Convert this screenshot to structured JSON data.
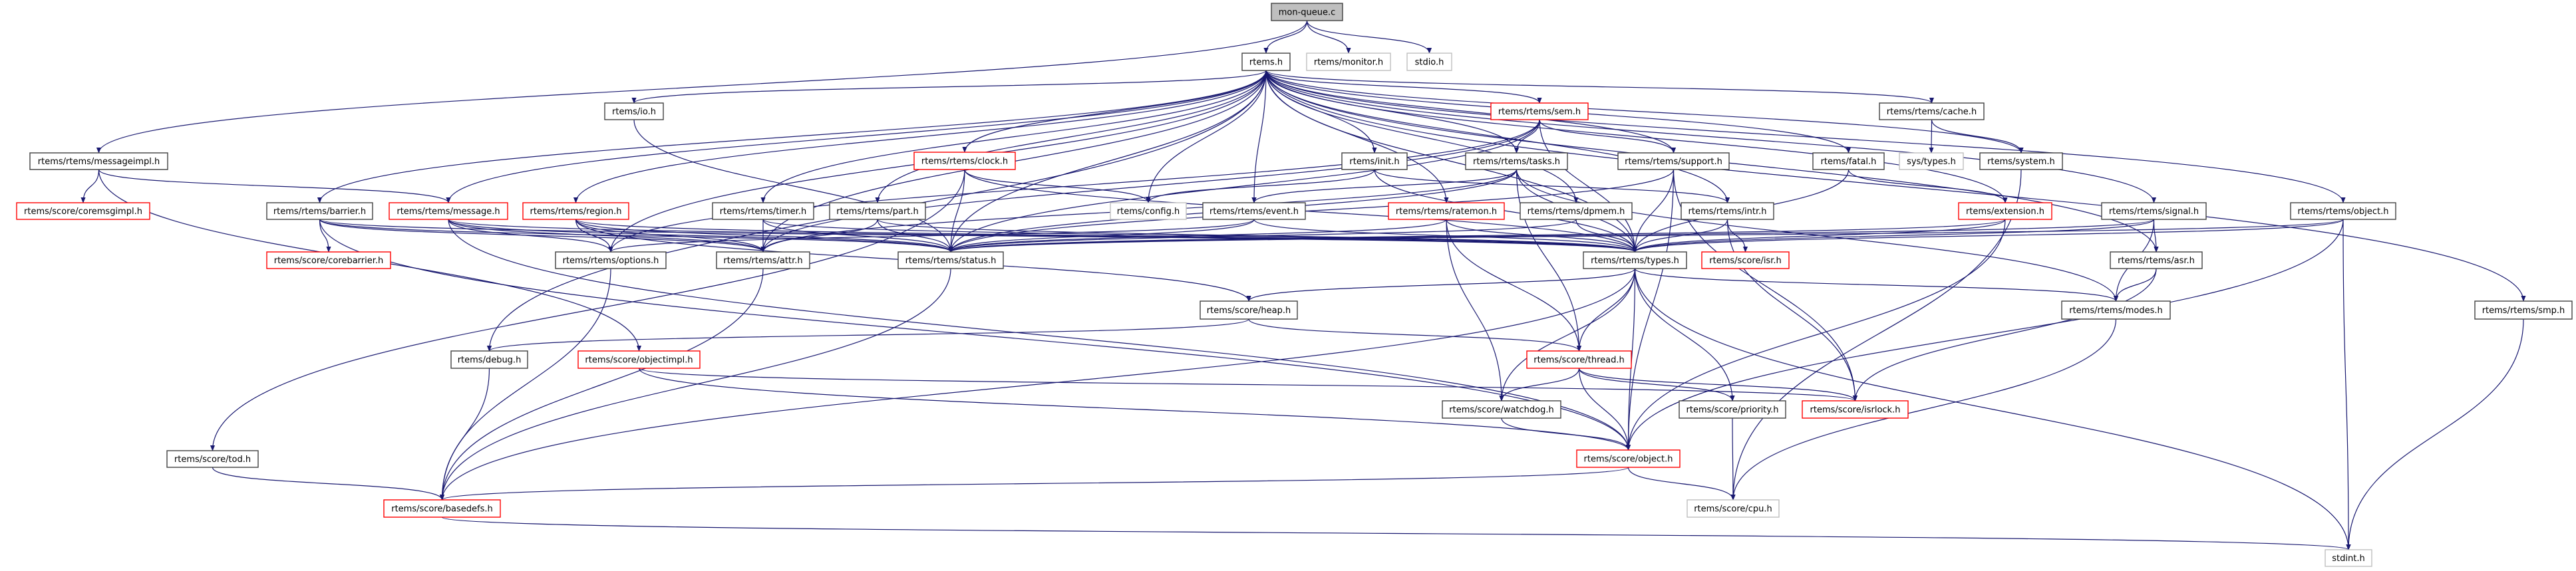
{
  "diagram": {
    "type": "include-dependency-graph",
    "root": "mon-queue.c",
    "colors": {
      "edge": "#191970",
      "root_fill": "#bfbfbf",
      "documented_border": "#404040",
      "undocumented_border": "#ff0000",
      "external_border": "#bfbfbf"
    },
    "nodes": [
      {
        "id": "monqueue",
        "label": "mon-queue.c",
        "kind": "root"
      },
      {
        "id": "rtems_h",
        "label": "rtems.h",
        "kind": "documented"
      },
      {
        "id": "monitor_h",
        "label": "rtems/monitor.h",
        "kind": "external"
      },
      {
        "id": "stdio_h",
        "label": "stdio.h",
        "kind": "external"
      },
      {
        "id": "messageimpl_h",
        "label": "rtems/rtems/messageimpl.h",
        "kind": "documented"
      },
      {
        "id": "coremsgimpl_h",
        "label": "rtems/score/coremsgimpl.h",
        "kind": "undocumented"
      },
      {
        "id": "barrier_h",
        "label": "rtems/rtems/barrier.h",
        "kind": "documented"
      },
      {
        "id": "corebarrier_h",
        "label": "rtems/score/corebarrier.h",
        "kind": "undocumented"
      },
      {
        "id": "message_h",
        "label": "rtems/rtems/message.h",
        "kind": "undocumented"
      },
      {
        "id": "region_h",
        "label": "rtems/rtems/region.h",
        "kind": "undocumented"
      },
      {
        "id": "options_h",
        "label": "rtems/rtems/options.h",
        "kind": "documented"
      },
      {
        "id": "io_h",
        "label": "rtems/io.h",
        "kind": "documented"
      },
      {
        "id": "clock_h",
        "label": "rtems/rtems/clock.h",
        "kind": "undocumented"
      },
      {
        "id": "timer_h",
        "label": "rtems/rtems/timer.h",
        "kind": "documented"
      },
      {
        "id": "part_h",
        "label": "rtems/rtems/part.h",
        "kind": "documented"
      },
      {
        "id": "attr_h",
        "label": "rtems/rtems/attr.h",
        "kind": "documented"
      },
      {
        "id": "status_h",
        "label": "rtems/rtems/status.h",
        "kind": "documented"
      },
      {
        "id": "config_h",
        "label": "rtems/config.h",
        "kind": "external"
      },
      {
        "id": "event_h",
        "label": "rtems/rtems/event.h",
        "kind": "documented"
      },
      {
        "id": "init_h",
        "label": "rtems/init.h",
        "kind": "documented"
      },
      {
        "id": "tasks_h",
        "label": "rtems/rtems/tasks.h",
        "kind": "documented"
      },
      {
        "id": "sem_h",
        "label": "rtems/rtems/sem.h",
        "kind": "undocumented"
      },
      {
        "id": "support_h",
        "label": "rtems/rtems/support.h",
        "kind": "documented"
      },
      {
        "id": "ratemon_h",
        "label": "rtems/rtems/ratemon.h",
        "kind": "undocumented"
      },
      {
        "id": "dpmem_h",
        "label": "rtems/rtems/dpmem.h",
        "kind": "documented"
      },
      {
        "id": "intr_h",
        "label": "rtems/rtems/intr.h",
        "kind": "documented"
      },
      {
        "id": "types_h",
        "label": "rtems/rtems/types.h",
        "kind": "documented"
      },
      {
        "id": "isr_h",
        "label": "rtems/score/isr.h",
        "kind": "undocumented"
      },
      {
        "id": "fatal_h",
        "label": "rtems/fatal.h",
        "kind": "documented"
      },
      {
        "id": "cache_h",
        "label": "rtems/rtems/cache.h",
        "kind": "documented"
      },
      {
        "id": "systypes_h",
        "label": "sys/types.h",
        "kind": "external"
      },
      {
        "id": "system_h",
        "label": "rtems/system.h",
        "kind": "documented"
      },
      {
        "id": "extension_h",
        "label": "rtems/extension.h",
        "kind": "undocumented"
      },
      {
        "id": "signal_h",
        "label": "rtems/rtems/signal.h",
        "kind": "documented"
      },
      {
        "id": "asr_h",
        "label": "rtems/rtems/asr.h",
        "kind": "documented"
      },
      {
        "id": "modes_h",
        "label": "rtems/rtems/modes.h",
        "kind": "documented"
      },
      {
        "id": "robject_h",
        "label": "rtems/rtems/object.h",
        "kind": "documented"
      },
      {
        "id": "smp_h",
        "label": "rtems/rtems/smp.h",
        "kind": "documented"
      },
      {
        "id": "stdint_h",
        "label": "stdint.h",
        "kind": "external"
      },
      {
        "id": "heap_h",
        "label": "rtems/score/heap.h",
        "kind": "documented"
      },
      {
        "id": "thread_h",
        "label": "rtems/score/thread.h",
        "kind": "undocumented"
      },
      {
        "id": "watchdog_h",
        "label": "rtems/score/watchdog.h",
        "kind": "documented"
      },
      {
        "id": "priority_h",
        "label": "rtems/score/priority.h",
        "kind": "documented"
      },
      {
        "id": "isrlock_h",
        "label": "rtems/score/isrlock.h",
        "kind": "undocumented"
      },
      {
        "id": "sobject_h",
        "label": "rtems/score/object.h",
        "kind": "undocumented"
      },
      {
        "id": "cpu_h",
        "label": "rtems/score/cpu.h",
        "kind": "external"
      },
      {
        "id": "debug_h",
        "label": "rtems/debug.h",
        "kind": "documented"
      },
      {
        "id": "objectimpl_h",
        "label": "rtems/score/objectimpl.h",
        "kind": "undocumented"
      },
      {
        "id": "tod_h",
        "label": "rtems/score/tod.h",
        "kind": "documented"
      },
      {
        "id": "basedefs_h",
        "label": "rtems/score/basedefs.h",
        "kind": "undocumented"
      }
    ],
    "edges": [
      [
        "monqueue",
        "rtems_h"
      ],
      [
        "monqueue",
        "monitor_h"
      ],
      [
        "monqueue",
        "stdio_h"
      ],
      [
        "monqueue",
        "messageimpl_h"
      ],
      [
        "messageimpl_h",
        "coremsgimpl_h"
      ],
      [
        "messageimpl_h",
        "message_h"
      ],
      [
        "messageimpl_h",
        "objectimpl_h"
      ],
      [
        "rtems_h",
        "io_h"
      ],
      [
        "rtems_h",
        "barrier_h"
      ],
      [
        "rtems_h",
        "message_h"
      ],
      [
        "rtems_h",
        "region_h"
      ],
      [
        "rtems_h",
        "clock_h"
      ],
      [
        "rtems_h",
        "timer_h"
      ],
      [
        "rtems_h",
        "part_h"
      ],
      [
        "rtems_h",
        "config_h"
      ],
      [
        "rtems_h",
        "event_h"
      ],
      [
        "rtems_h",
        "init_h"
      ],
      [
        "rtems_h",
        "tasks_h"
      ],
      [
        "rtems_h",
        "sem_h"
      ],
      [
        "rtems_h",
        "support_h"
      ],
      [
        "rtems_h",
        "ratemon_h"
      ],
      [
        "rtems_h",
        "dpmem_h"
      ],
      [
        "rtems_h",
        "intr_h"
      ],
      [
        "rtems_h",
        "fatal_h"
      ],
      [
        "rtems_h",
        "cache_h"
      ],
      [
        "rtems_h",
        "system_h"
      ],
      [
        "rtems_h",
        "extension_h"
      ],
      [
        "rtems_h",
        "signal_h"
      ],
      [
        "rtems_h",
        "robject_h"
      ],
      [
        "rtems_h",
        "smp_h"
      ],
      [
        "rtems_h",
        "status_h"
      ],
      [
        "rtems_h",
        "types_h"
      ],
      [
        "rtems_h",
        "debug_h"
      ],
      [
        "rtems_h",
        "attr_h"
      ],
      [
        "rtems_h",
        "options_h"
      ],
      [
        "rtems_h",
        "asr_h"
      ],
      [
        "barrier_h",
        "corebarrier_h"
      ],
      [
        "barrier_h",
        "attr_h"
      ],
      [
        "barrier_h",
        "status_h"
      ],
      [
        "barrier_h",
        "types_h"
      ],
      [
        "barrier_h",
        "sobject_h"
      ],
      [
        "message_h",
        "options_h"
      ],
      [
        "message_h",
        "attr_h"
      ],
      [
        "message_h",
        "status_h"
      ],
      [
        "message_h",
        "types_h"
      ],
      [
        "message_h",
        "sobject_h"
      ],
      [
        "region_h",
        "options_h"
      ],
      [
        "region_h",
        "attr_h"
      ],
      [
        "region_h",
        "status_h"
      ],
      [
        "region_h",
        "types_h"
      ],
      [
        "region_h",
        "heap_h"
      ],
      [
        "options_h",
        "basedefs_h"
      ],
      [
        "io_h",
        "status_h"
      ],
      [
        "clock_h",
        "config_h"
      ],
      [
        "clock_h",
        "status_h"
      ],
      [
        "clock_h",
        "types_h"
      ],
      [
        "clock_h",
        "tod_h"
      ],
      [
        "timer_h",
        "attr_h"
      ],
      [
        "timer_h",
        "status_h"
      ],
      [
        "timer_h",
        "types_h"
      ],
      [
        "part_h",
        "attr_h"
      ],
      [
        "part_h",
        "status_h"
      ],
      [
        "part_h",
        "types_h"
      ],
      [
        "attr_h",
        "basedefs_h"
      ],
      [
        "status_h",
        "basedefs_h"
      ],
      [
        "event_h",
        "options_h"
      ],
      [
        "event_h",
        "status_h"
      ],
      [
        "event_h",
        "types_h"
      ],
      [
        "init_h",
        "config_h"
      ],
      [
        "init_h",
        "types_h"
      ],
      [
        "init_h",
        "intr_h"
      ],
      [
        "tasks_h",
        "attr_h"
      ],
      [
        "tasks_h",
        "status_h"
      ],
      [
        "tasks_h",
        "types_h"
      ],
      [
        "tasks_h",
        "event_h"
      ],
      [
        "tasks_h",
        "modes_h"
      ],
      [
        "tasks_h",
        "thread_h"
      ],
      [
        "sem_h",
        "tasks_h"
      ],
      [
        "sem_h",
        "support_h"
      ],
      [
        "sem_h",
        "attr_h"
      ],
      [
        "sem_h",
        "options_h"
      ],
      [
        "sem_h",
        "status_h"
      ],
      [
        "sem_h",
        "types_h"
      ],
      [
        "support_h",
        "types_h"
      ],
      [
        "support_h",
        "status_h"
      ],
      [
        "support_h",
        "isrlock_h"
      ],
      [
        "support_h",
        "sobject_h"
      ],
      [
        "ratemon_h",
        "types_h"
      ],
      [
        "ratemon_h",
        "status_h"
      ],
      [
        "ratemon_h",
        "thread_h"
      ],
      [
        "ratemon_h",
        "watchdog_h"
      ],
      [
        "dpmem_h",
        "types_h"
      ],
      [
        "dpmem_h",
        "status_h"
      ],
      [
        "intr_h",
        "types_h"
      ],
      [
        "intr_h",
        "isr_h"
      ],
      [
        "intr_h",
        "isrlock_h"
      ],
      [
        "fatal_h",
        "extension_h"
      ],
      [
        "fatal_h",
        "types_h"
      ],
      [
        "cache_h",
        "systypes_h"
      ],
      [
        "cache_h",
        "system_h"
      ],
      [
        "system_h",
        "cpu_h"
      ],
      [
        "extension_h",
        "types_h"
      ],
      [
        "extension_h",
        "status_h"
      ],
      [
        "extension_h",
        "sobject_h"
      ],
      [
        "signal_h",
        "asr_h"
      ],
      [
        "signal_h",
        "modes_h"
      ],
      [
        "signal_h",
        "types_h"
      ],
      [
        "signal_h",
        "status_h"
      ],
      [
        "asr_h",
        "modes_h"
      ],
      [
        "asr_h",
        "isrlock_h"
      ],
      [
        "modes_h",
        "cpu_h"
      ],
      [
        "robject_h",
        "types_h"
      ],
      [
        "robject_h",
        "status_h"
      ],
      [
        "robject_h",
        "stdint_h"
      ],
      [
        "robject_h",
        "sobject_h"
      ],
      [
        "smp_h",
        "stdint_h"
      ],
      [
        "types_h",
        "heap_h"
      ],
      [
        "types_h",
        "thread_h"
      ],
      [
        "types_h",
        "watchdog_h"
      ],
      [
        "types_h",
        "priority_h"
      ],
      [
        "types_h",
        "sobject_h"
      ],
      [
        "types_h",
        "modes_h"
      ],
      [
        "types_h",
        "stdint_h"
      ],
      [
        "types_h",
        "basedefs_h"
      ],
      [
        "heap_h",
        "thread_h"
      ],
      [
        "heap_h",
        "debug_h"
      ],
      [
        "thread_h",
        "watchdog_h"
      ],
      [
        "thread_h",
        "priority_h"
      ],
      [
        "thread_h",
        "isrlock_h"
      ],
      [
        "thread_h",
        "sobject_h"
      ],
      [
        "watchdog_h",
        "sobject_h"
      ],
      [
        "priority_h",
        "cpu_h"
      ],
      [
        "sobject_h",
        "cpu_h"
      ],
      [
        "sobject_h",
        "basedefs_h"
      ],
      [
        "objectimpl_h",
        "sobject_h"
      ],
      [
        "objectimpl_h",
        "isrlock_h"
      ],
      [
        "debug_h",
        "basedefs_h"
      ],
      [
        "tod_h",
        "basedefs_h"
      ],
      [
        "basedefs_h",
        "stdint_h"
      ]
    ]
  }
}
